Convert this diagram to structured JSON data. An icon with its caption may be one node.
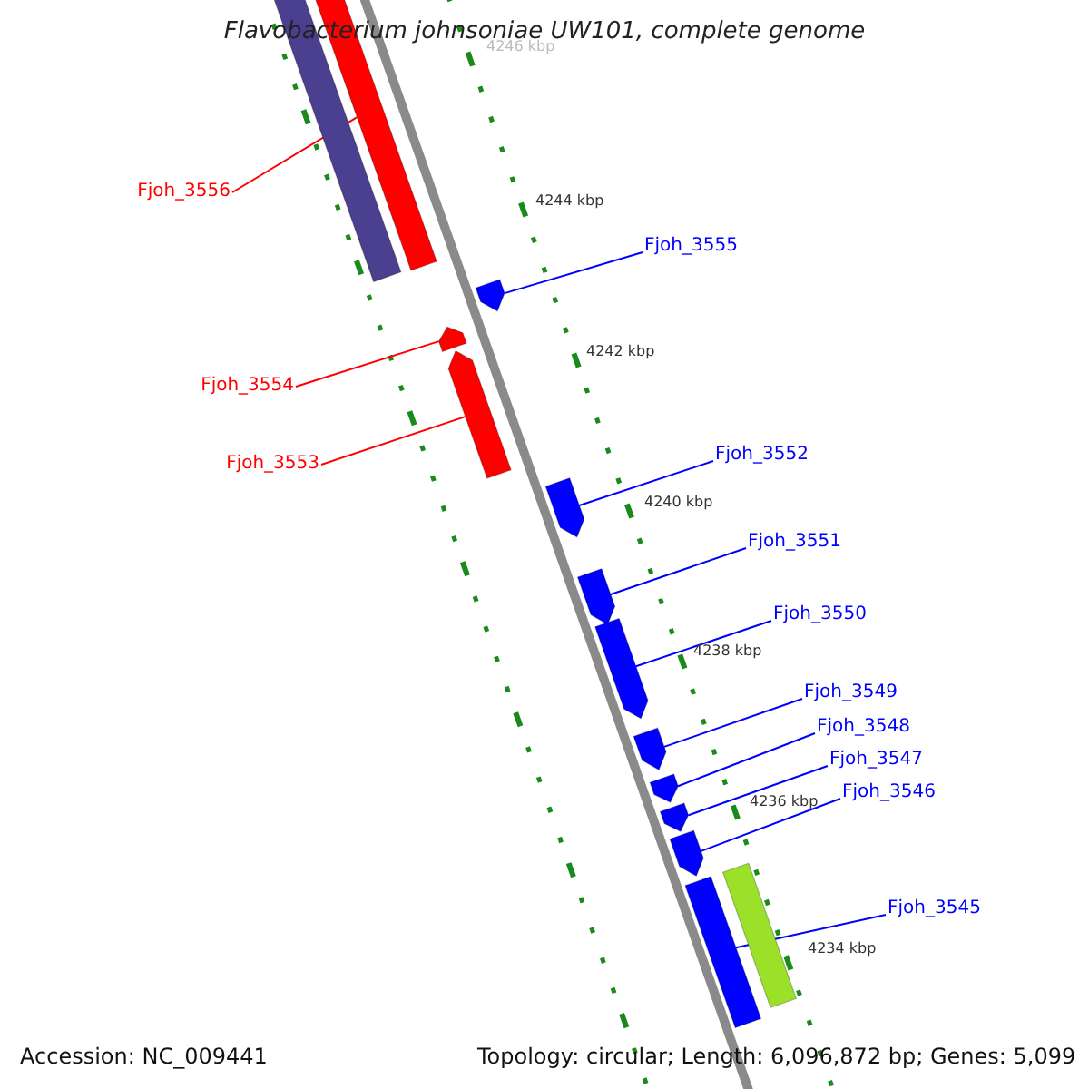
{
  "diagram": {
    "title": "Flavobacterium johnsoniae UW101, complete genome",
    "nodes": [
      {
        "text": [
          "Fjoh_3556"
        ]
      },
      {
        "text": [
          "Fjoh_3555"
        ]
      },
      {
        "text": [
          "Fjoh_3554"
        ]
      },
      {
        "text": [
          "Fjoh_3553"
        ]
      },
      {
        "text": [
          "Fjoh_3552"
        ]
      },
      {
        "text": [
          "Fjoh_3551"
        ]
      },
      {
        "text": [
          "Fjoh_3550"
        ]
      },
      {
        "text": [
          "Fjoh_3549"
        ]
      },
      {
        "text": [
          "Fjoh_3548"
        ]
      },
      {
        "text": [
          "Fjoh_3547"
        ]
      },
      {
        "text": [
          "Fjoh_3546"
        ]
      },
      {
        "text": [
          "Fjoh_3545"
        ]
      },
      {
        "text": [],
        "shape": "bar"
      },
      {
        "text": [],
        "shape": "bar"
      },
      {
        "text": [],
        "shape": "pentagon"
      },
      {
        "text": [],
        "shape": "pentagon"
      },
      {
        "text": [],
        "shape": "pentagon"
      },
      {
        "text": [],
        "shape": "pentagon"
      },
      {
        "text": [],
        "shape": "pentagon"
      },
      {
        "text": [],
        "shape": "pentagon"
      },
      {
        "text": [],
        "shape": "pentagon"
      },
      {
        "text": [],
        "shape": "pentagon"
      },
      {
        "text": [],
        "shape": "pentagon"
      },
      {
        "text": [],
        "shape": "pentagon"
      },
      {
        "text": [],
        "shape": "bar"
      },
      {
        "text": [],
        "shape": "bar"
      }
    ],
    "edges": [
      {
        "from": 0,
        "to": 13,
        "arrow": "none",
        "color": "#ff0000"
      },
      {
        "from": 1,
        "to": 14,
        "arrow": "none"
      },
      {
        "from": 2,
        "to": 15,
        "arrow": "none",
        "color": "#ff0000"
      },
      {
        "from": 3,
        "to": 16,
        "arrow": "none",
        "color": "#ff0000"
      },
      {
        "from": 4,
        "to": 17,
        "arrow": "none"
      },
      {
        "from": 5,
        "to": 18,
        "arrow": "none"
      },
      {
        "from": 6,
        "to": 19,
        "arrow": "none"
      },
      {
        "from": 7,
        "to": 20,
        "arrow": "none"
      },
      {
        "from": 8,
        "to": 21,
        "arrow": "none"
      },
      {
        "from": 9,
        "to": 22,
        "arrow": "none"
      },
      {
        "from": 10,
        "to": 23,
        "arrow": "none"
      },
      {
        "from": 11,
        "to": 24,
        "arrow": "none"
      }
    ],
    "labels": [
      "4246 kbp",
      "4244 kbp",
      "4242 kbp",
      "4240 kbp",
      "4238 kbp",
      "4236 kbp",
      "4234 kbp",
      "Accession: NC_009441",
      "Topology: circular; Length: 6,096,872 bp; Genes: 5,099"
    ]
  }
}
